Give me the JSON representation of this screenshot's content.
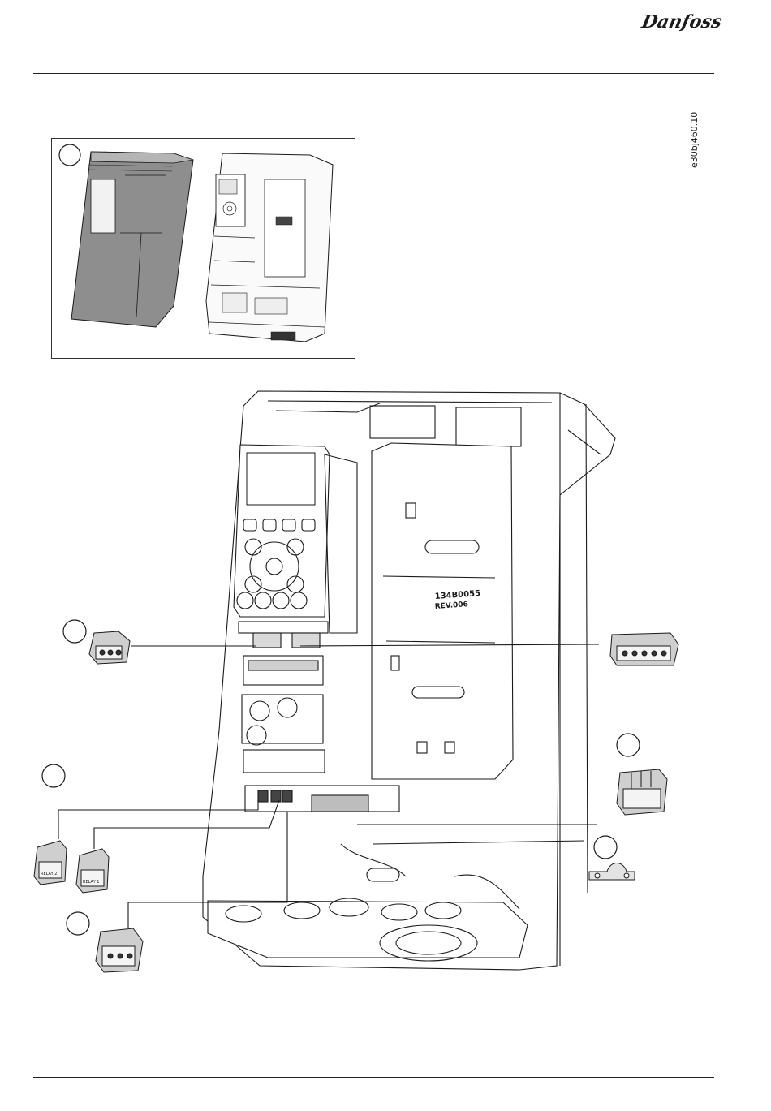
{
  "header": {
    "brand_logo_text": "Danfoss"
  },
  "figure": {
    "document_id": "e30bj460.10",
    "panel_label": "134B0055",
    "panel_rev": "REV.006",
    "connector_left_label_1": "RELAY 2",
    "connector_left_label_2": "RELAY 1",
    "callouts": [
      "",
      "",
      "",
      "",
      "",
      ""
    ]
  },
  "colors": {
    "line": "#1a1a1a",
    "fill_gray": "#8a8a8a",
    "fill_light": "#d9d9d9"
  }
}
